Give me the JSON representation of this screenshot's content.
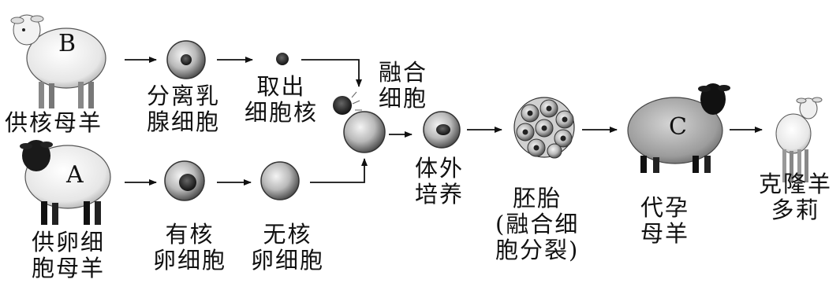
{
  "sheep": {
    "donor_nucleus_letter": "B",
    "donor_egg_letter": "A",
    "surrogate_letter": "C"
  },
  "labels": {
    "donor_nucleus_sheep": "供核母羊",
    "isolate_mammary_cells": "分离乳\n腺细胞",
    "extract_nucleus": "取出\n细胞核",
    "fused_cell": "融合\n细胞",
    "donor_egg_sheep": "供卵细\n胞母羊",
    "nucleated_egg": "有核\n卵细胞",
    "enucleated_egg": "无核\n卵细胞",
    "in_vitro_culture": "体外\n培养",
    "embryo": "胚胎\n(融合细\n胞分裂)",
    "surrogate_sheep": "代孕\n母羊",
    "cloned_sheep": "克隆羊\n多莉"
  }
}
